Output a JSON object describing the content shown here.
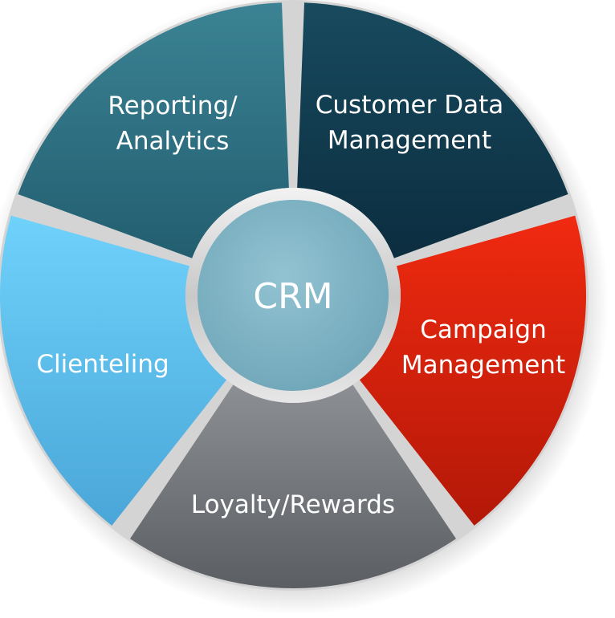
{
  "center": {
    "label": "CRM",
    "color": "#82b6c7"
  },
  "segments": [
    {
      "lines": [
        "Customer Data",
        "Management"
      ],
      "color_top": "#184a5e",
      "color_bottom": "#0b2d3f"
    },
    {
      "lines": [
        "Campaign",
        "Management"
      ],
      "color_top": "#f02a10",
      "color_bottom": "#b31808"
    },
    {
      "lines": [
        "Loyalty/Rewards"
      ],
      "color_top": "#8c8f94",
      "color_bottom": "#5b5e63"
    },
    {
      "lines": [
        "Clienteling"
      ],
      "color_top": "#6fd2fb",
      "color_bottom": "#4aa6d8"
    },
    {
      "lines": [
        "Reporting/",
        "Analytics"
      ],
      "color_top": "#3b8394",
      "color_bottom": "#225e70"
    }
  ]
}
